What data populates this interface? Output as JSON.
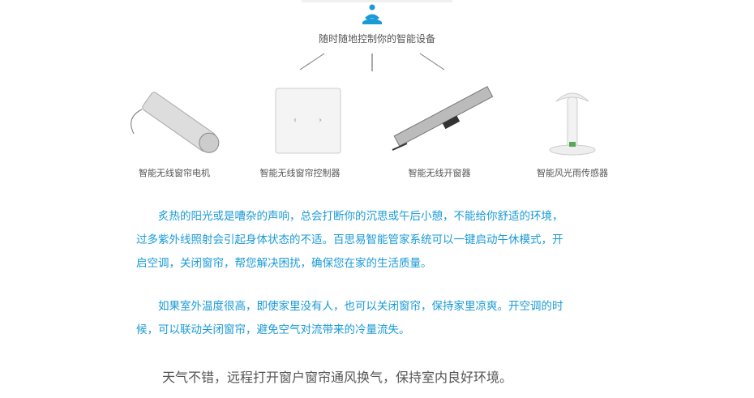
{
  "header": {
    "tagline": "随时随地控制你的智能设备",
    "icon": "wireless-signal-icon",
    "accent": "#1a9ad6"
  },
  "products": [
    {
      "label": "智能无线窗帘电机"
    },
    {
      "label": "智能无线窗帘控制器"
    },
    {
      "label": "智能无线开窗器"
    },
    {
      "label": "智能风光雨传感器"
    }
  ],
  "paragraphs": [
    {
      "lines": [
        "　　炙热的阳光或是嘈杂的声响，总会打断你的沉思或午后小憩，不能给你舒适的环境，",
        "过多紫外线照射会引起身体状态的不适。百思易智能管家系统可以一键启动午休模式，开",
        "启空调，关闭窗帘，帮您解决困扰，确保您在家的生活质量。"
      ]
    },
    {
      "lines": [
        "　　如果室外温度很高，即使家里没有人，也可以关闭窗帘，保持家里凉爽。开空调的时",
        "候，可以联动关闭窗帘，避免空气对流带来的冷量流失。"
      ]
    }
  ],
  "footer": {
    "text": "天气不错，远程打开窗户窗帘通风换气，保持室内良好环境。"
  }
}
